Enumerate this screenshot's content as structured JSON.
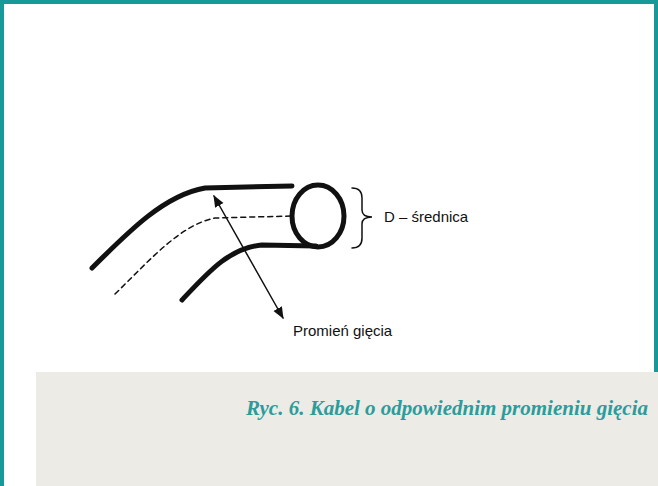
{
  "diagram": {
    "caption": "Ryc. 6. Kabel o odpowiednim promieniu gięcia",
    "labels": [
      "D – średnica",
      "Promień gięcia"
    ]
  }
}
